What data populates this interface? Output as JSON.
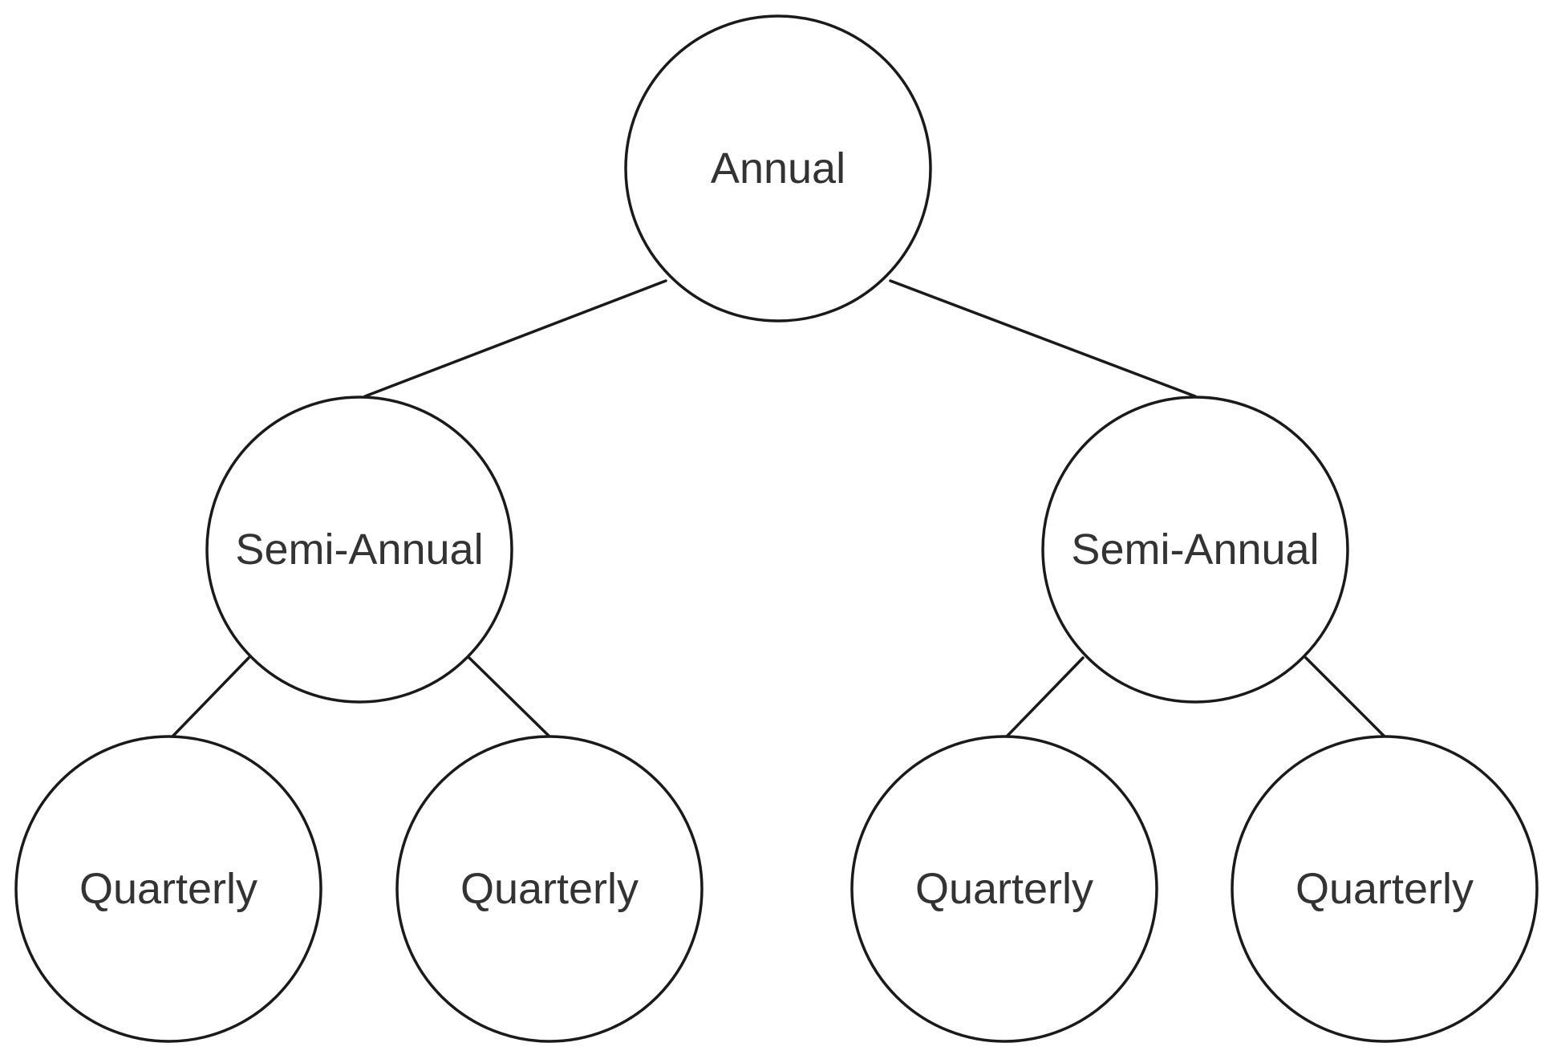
{
  "diagram": {
    "root": {
      "label": "Annual"
    },
    "semi_annual": [
      {
        "label": "Semi-Annual"
      },
      {
        "label": "Semi-Annual"
      }
    ],
    "quarterly": [
      {
        "label": "Quarterly"
      },
      {
        "label": "Quarterly"
      },
      {
        "label": "Quarterly"
      },
      {
        "label": "Quarterly"
      }
    ]
  }
}
